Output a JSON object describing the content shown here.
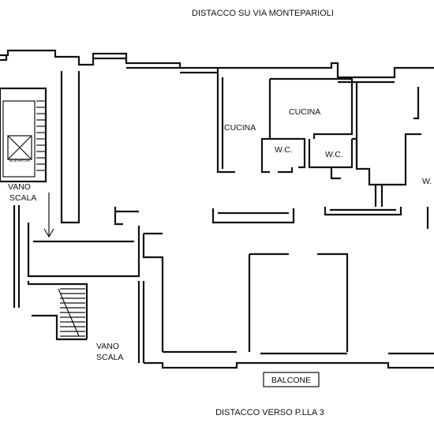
{
  "title_top": "DISTACCO SU VIA MONTEPARIOLI",
  "title_bottom": "DISTACCO VERSO P.LLA 3",
  "rooms": {
    "cucina_left": "CUCINA",
    "cucina_right": "CUCINA",
    "wc_left": "W.C.",
    "wc_right": "W.C.",
    "wc_partial": "W.",
    "stair_top_line1": "VANO",
    "stair_top_line2": "SCALA",
    "stair_bottom_line1": "VANO",
    "stair_bottom_line2": "SCALA",
    "balcone": "BALCONE",
    "elevator": "ELEVATOR"
  }
}
